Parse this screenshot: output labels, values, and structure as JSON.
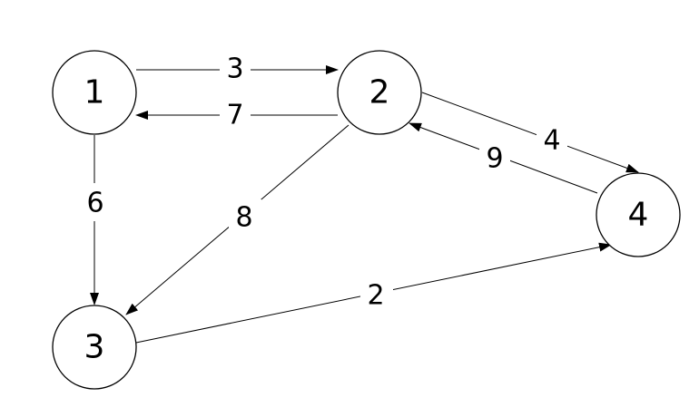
{
  "graph": {
    "nodes": [
      {
        "id": "1",
        "label": "1"
      },
      {
        "id": "2",
        "label": "2"
      },
      {
        "id": "3",
        "label": "3"
      },
      {
        "id": "4",
        "label": "4"
      }
    ],
    "edges": [
      {
        "from": "1",
        "to": "2",
        "weight": "3"
      },
      {
        "from": "2",
        "to": "1",
        "weight": "7"
      },
      {
        "from": "1",
        "to": "3",
        "weight": "6"
      },
      {
        "from": "2",
        "to": "3",
        "weight": "8"
      },
      {
        "from": "2",
        "to": "4",
        "weight": "4"
      },
      {
        "from": "4",
        "to": "2",
        "weight": "9"
      },
      {
        "from": "3",
        "to": "4",
        "weight": "2"
      }
    ]
  }
}
